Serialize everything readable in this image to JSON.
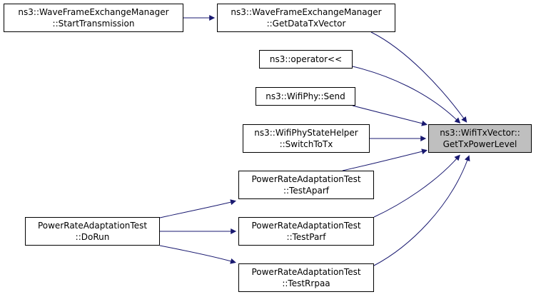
{
  "diagram": {
    "nodes": [
      {
        "id": "wfem-start",
        "name": "node-wave-frame-exchange-manager-start-transmission",
        "lines": [
          "ns3::WaveFrameExchangeManager",
          "::StartTransmission"
        ]
      },
      {
        "id": "wfem-get",
        "name": "node-wave-frame-exchange-manager-get-data-tx-vector",
        "lines": [
          "ns3::WaveFrameExchangeManager",
          "::GetDataTxVector"
        ]
      },
      {
        "id": "op",
        "name": "node-operator-shift",
        "lines": [
          "ns3::operator<<"
        ]
      },
      {
        "id": "send",
        "name": "node-wifi-phy-send",
        "lines": [
          "ns3::WifiPhy::Send"
        ]
      },
      {
        "id": "switch",
        "name": "node-wifi-phy-state-helper-switch-to-tx",
        "lines": [
          "ns3::WifiPhyStateHelper",
          "::SwitchToTx"
        ]
      },
      {
        "id": "aparf",
        "name": "node-power-rate-adaptation-test-aparf",
        "lines": [
          "PowerRateAdaptationTest",
          "::TestAparf"
        ]
      },
      {
        "id": "dorun",
        "name": "node-power-rate-adaptation-test-do-run",
        "lines": [
          "PowerRateAdaptationTest",
          "::DoRun"
        ]
      },
      {
        "id": "parf",
        "name": "node-power-rate-adaptation-test-parf",
        "lines": [
          "PowerRateAdaptationTest",
          "::TestParf"
        ]
      },
      {
        "id": "rrpaa",
        "name": "node-power-rate-adaptation-test-rrpaa",
        "lines": [
          "PowerRateAdaptationTest",
          "::TestRrpaa"
        ]
      },
      {
        "id": "target",
        "name": "node-wifi-tx-vector-get-tx-power-level",
        "lines": [
          "ns3::WifiTxVector::",
          "GetTxPowerLevel"
        ],
        "focus": true
      }
    ],
    "edges": [
      {
        "from": "wfem-start",
        "to": "wfem-get"
      },
      {
        "from": "wfem-get",
        "to": "target"
      },
      {
        "from": "op",
        "to": "target"
      },
      {
        "from": "send",
        "to": "target"
      },
      {
        "from": "switch",
        "to": "target"
      },
      {
        "from": "aparf",
        "to": "target"
      },
      {
        "from": "parf",
        "to": "target"
      },
      {
        "from": "rrpaa",
        "to": "target"
      },
      {
        "from": "dorun",
        "to": "aparf"
      },
      {
        "from": "dorun",
        "to": "parf"
      },
      {
        "from": "dorun",
        "to": "rrpaa"
      }
    ],
    "colors": {
      "edge": "#191970",
      "focus_fill": "#bfbfbf",
      "node_border": "#000000"
    }
  }
}
